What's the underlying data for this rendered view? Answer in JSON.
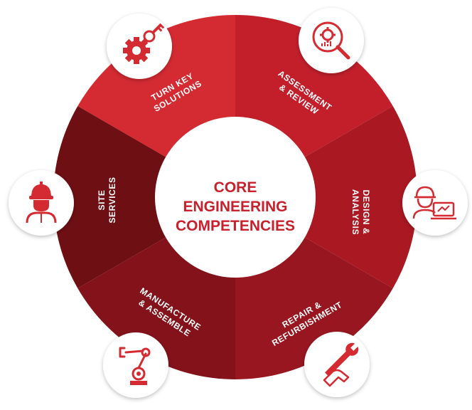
{
  "center": {
    "lines": [
      "CORE",
      "ENGINEERING",
      "COMPETENCIES"
    ]
  },
  "segments": [
    {
      "id": "turn-key-solutions",
      "label_lines": [
        "TURN KEY",
        "SOLUTIONS"
      ],
      "color": "#d42a32",
      "icon": "gear-key-icon"
    },
    {
      "id": "assessment-review",
      "label_lines": [
        "ASSESSMENT",
        "& REVIEW"
      ],
      "color": "#c21f2b",
      "icon": "magnifier-gear-icon"
    },
    {
      "id": "design-analysis",
      "label_lines": [
        "DESIGN &",
        "ANALYSIS"
      ],
      "color": "#aa1822",
      "icon": "engineer-laptop-icon"
    },
    {
      "id": "repair-refurbishment",
      "label_lines": [
        "REPAIR &",
        "REFURBISHMENT"
      ],
      "color": "#981620",
      "icon": "hand-wrench-icon"
    },
    {
      "id": "manufacture-assemble",
      "label_lines": [
        "MANUFACTURE",
        "& ASSEMBLE"
      ],
      "color": "#84121a",
      "icon": "robot-arm-icon"
    },
    {
      "id": "site-services",
      "label_lines": [
        "SITE",
        "SERVICES"
      ],
      "color": "#6e0f14",
      "icon": "worker-helmet-icon"
    }
  ],
  "colors": {
    "accent": "#c8202c",
    "icon_stroke": "#d42a32",
    "center_fill": "#ffffff"
  }
}
